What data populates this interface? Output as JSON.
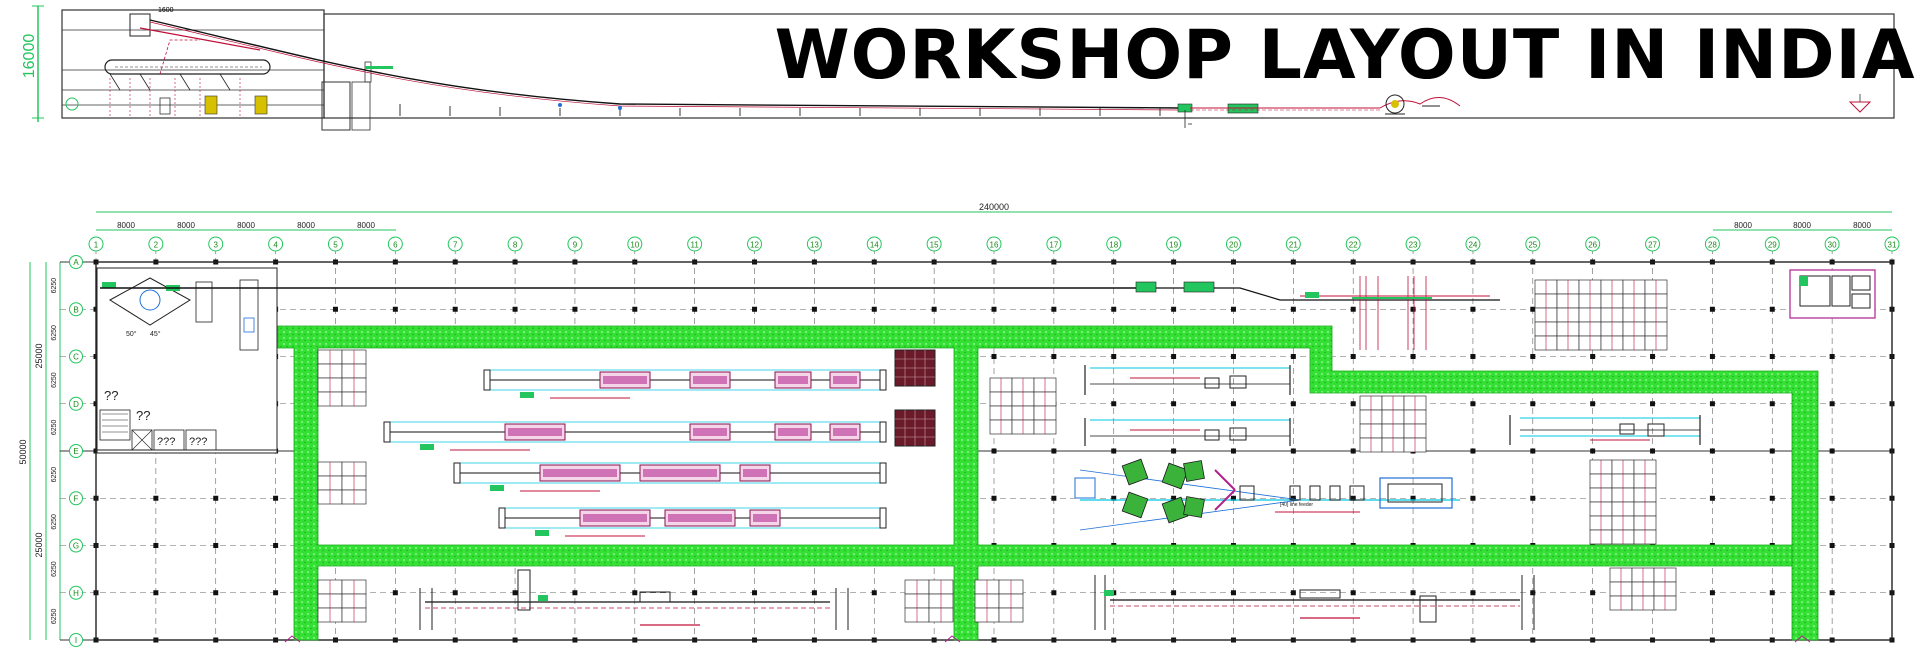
{
  "title": "WORKSHOP LAYOUT IN INDIA",
  "elevation": {
    "height_label": "16000",
    "small_labels": [
      "1600"
    ]
  },
  "plan": {
    "total_length_label": "240000",
    "bay_spans_left": [
      "8000",
      "8000",
      "8000",
      "8000",
      "8000"
    ],
    "bay_spans_right": [
      "8000",
      "8000",
      "8000"
    ],
    "total_width_label": "50000",
    "side_spans": [
      "25000",
      "25000"
    ],
    "row_spans": [
      "6250",
      "6250",
      "6250",
      "6250",
      "6250",
      "6250",
      "6250",
      "6250"
    ],
    "column_markers": [
      "1",
      "2",
      "3",
      "4",
      "5",
      "6",
      "7",
      "8",
      "9",
      "10",
      "11",
      "12",
      "13",
      "14",
      "15",
      "16",
      "17",
      "18",
      "19",
      "20",
      "21",
      "22",
      "23",
      "24",
      "25",
      "26",
      "27",
      "28",
      "29",
      "30",
      "31"
    ],
    "row_markers": [
      "A",
      "B",
      "C",
      "D",
      "E",
      "F",
      "G",
      "H",
      "I"
    ],
    "office_labels": [
      "??",
      "??",
      "???",
      "???"
    ],
    "line_labels": [
      "[40] line feeder"
    ],
    "dimension_notes": [
      "50°",
      "45°"
    ]
  },
  "colors": {
    "dimension": "#22c55e",
    "walkway": "#33e033",
    "grid": "#555555",
    "equipment_red": "#c0103a",
    "equipment_magenta": "#b0208c",
    "cyan": "#00c8e0",
    "outline": "#222222"
  }
}
